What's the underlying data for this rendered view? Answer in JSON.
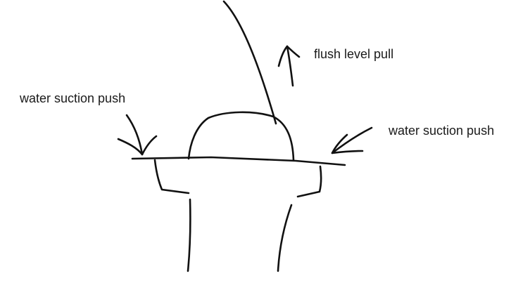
{
  "labels": {
    "left_force": "water suction push",
    "right_force": "water suction push",
    "top_force": "flush level pull"
  },
  "colors": {
    "ink": "#111111",
    "text": "#1a1a1a",
    "background": "#ffffff"
  }
}
